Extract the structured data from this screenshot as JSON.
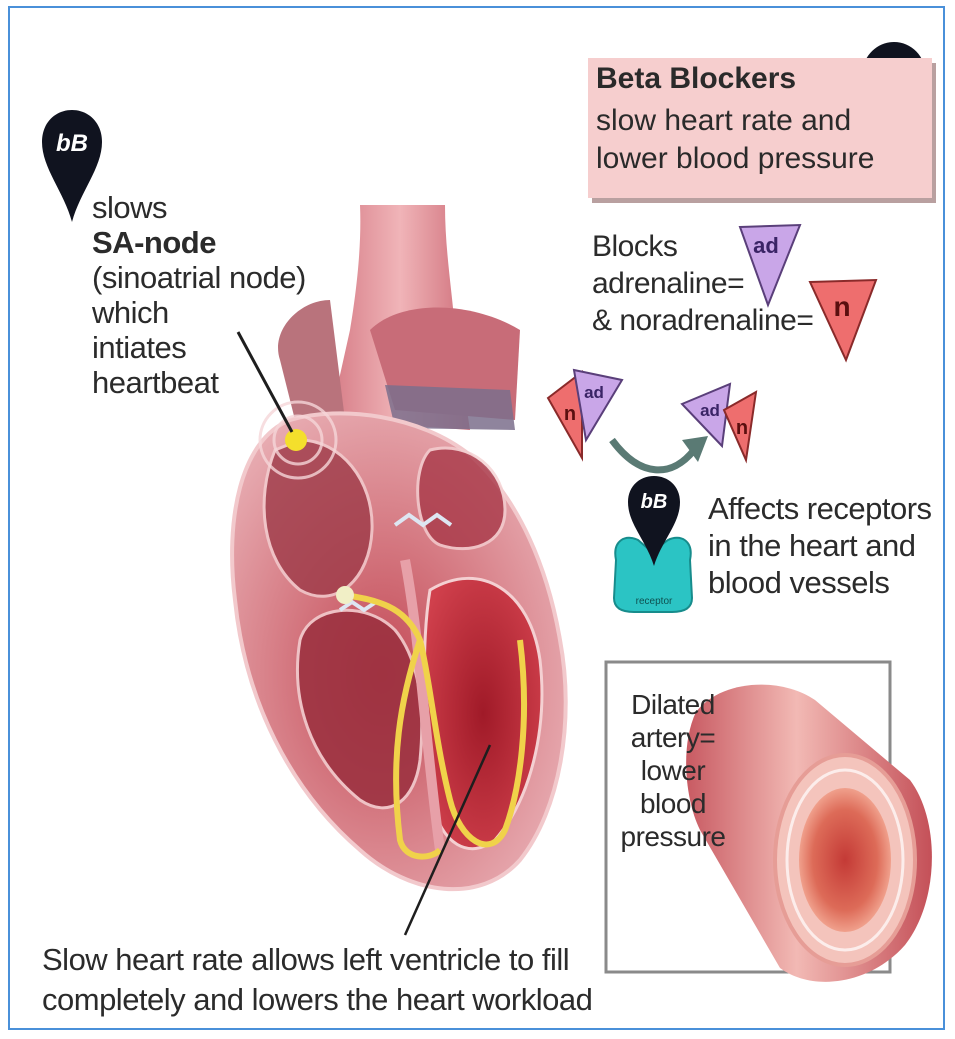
{
  "badge_label": "bB",
  "sa_node": {
    "line1": "slows",
    "line2": "SA-node",
    "line3": "(sinoatrial node)",
    "line4": "which",
    "line5": "intiates",
    "line6": "heartbeat"
  },
  "title_box": {
    "title": "Beta Blockers",
    "line1": "slow heart rate and",
    "line2": "lower blood pressure"
  },
  "blocks": {
    "line1": "Blocks",
    "line2": "adrenaline=",
    "line3": "& noradrenaline="
  },
  "triangle_labels": {
    "adrenaline": "ad",
    "noradrenaline": "n"
  },
  "receptor_label": "receptor",
  "affects": {
    "line1": "Affects receptors",
    "line2": "in the heart and",
    "line3": "blood vessels"
  },
  "artery": {
    "line1": "Dilated",
    "line2": "artery=",
    "line3": "lower",
    "line4": "blood",
    "line5": "pressure"
  },
  "bottom_caption": {
    "line1": "Slow heart rate allows left ventricle to fill",
    "line2": "completely and lowers the heart workload"
  },
  "colors": {
    "frame": "#4a90d9",
    "title_bg": "#f6cece",
    "badge": "#10131f",
    "adrenaline": "#c9a6e8",
    "noradrenaline": "#ee6e6e",
    "receptor": "#2bc4c4",
    "heart": "#d8848a",
    "conduction": "#e8c84a"
  }
}
